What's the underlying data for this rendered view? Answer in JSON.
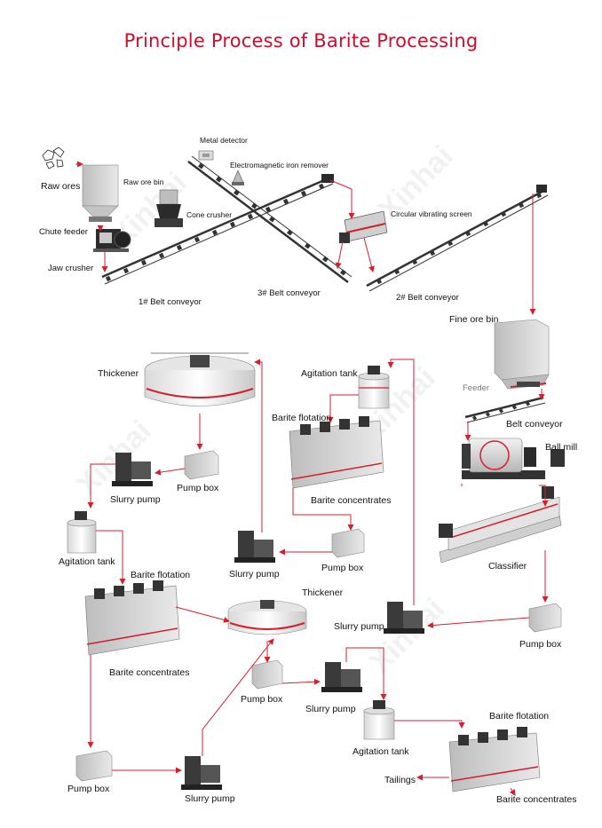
{
  "title": "Principle Process of Barite Processing",
  "watermark": "Xinhai",
  "flow_color": "#d2202f",
  "labels": {
    "raw_ores": "Raw ores",
    "raw_ore_bin": "Raw ore bin",
    "chute_feeder": "Chute feeder",
    "jaw_crusher": "Jaw crusher",
    "metal_detector": "Metal detector",
    "iron_remover": "Electromagnetic iron remover",
    "cone_crusher": "Cone crusher",
    "belt_conveyor_1": "1# Belt conveyor",
    "belt_conveyor_3": "3# Belt conveyor",
    "vibrating_screen": "Circular vibrating screen",
    "belt_conveyor_2": "2# Belt conveyor",
    "fine_ore_bin": "Fine ore bin",
    "feeder": "Feeder",
    "belt_conveyor": "Belt conveyor",
    "ball_mill": "Ball mill",
    "classifier": "Classifier",
    "pump_box_right": "Pump box",
    "slurry_pump_mid": "Slurry pump",
    "agitation_tank_top": "Agitation tank",
    "barite_flotation_top": "Barite flotation",
    "barite_concentrates_top": "Barite concentrates",
    "pump_box_mid": "Pump box",
    "slurry_pump_mid2": "Slurry pump",
    "thickener_top": "Thickener",
    "pump_box_left_top": "Pump box",
    "slurry_pump_left_top": "Slurry pump",
    "agitation_tank_left": "Agitation tank",
    "barite_flotation_left": "Barite flotation",
    "barite_concentrates_left": "Barite concentrates",
    "thickener_mid": "Thickener",
    "pump_box_center": "Pump box",
    "slurry_pump_center": "Slurry pump",
    "agitation_tank_bottom": "Agitation tank",
    "barite_flotation_bottom": "Barite flotation",
    "tailings": "Tailings",
    "barite_concentrates_bottom": "Barite concentrates",
    "pump_box_bottom_left": "Pump box",
    "slurry_pump_bottom": "Slurry pump"
  }
}
